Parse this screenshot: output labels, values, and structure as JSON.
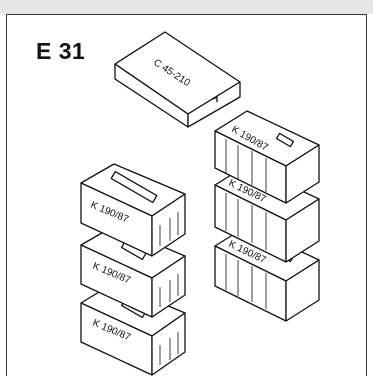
{
  "figure": {
    "title": "E 31",
    "cover_block_label": "C 45-210",
    "k_block_label": "K 190/87"
  }
}
